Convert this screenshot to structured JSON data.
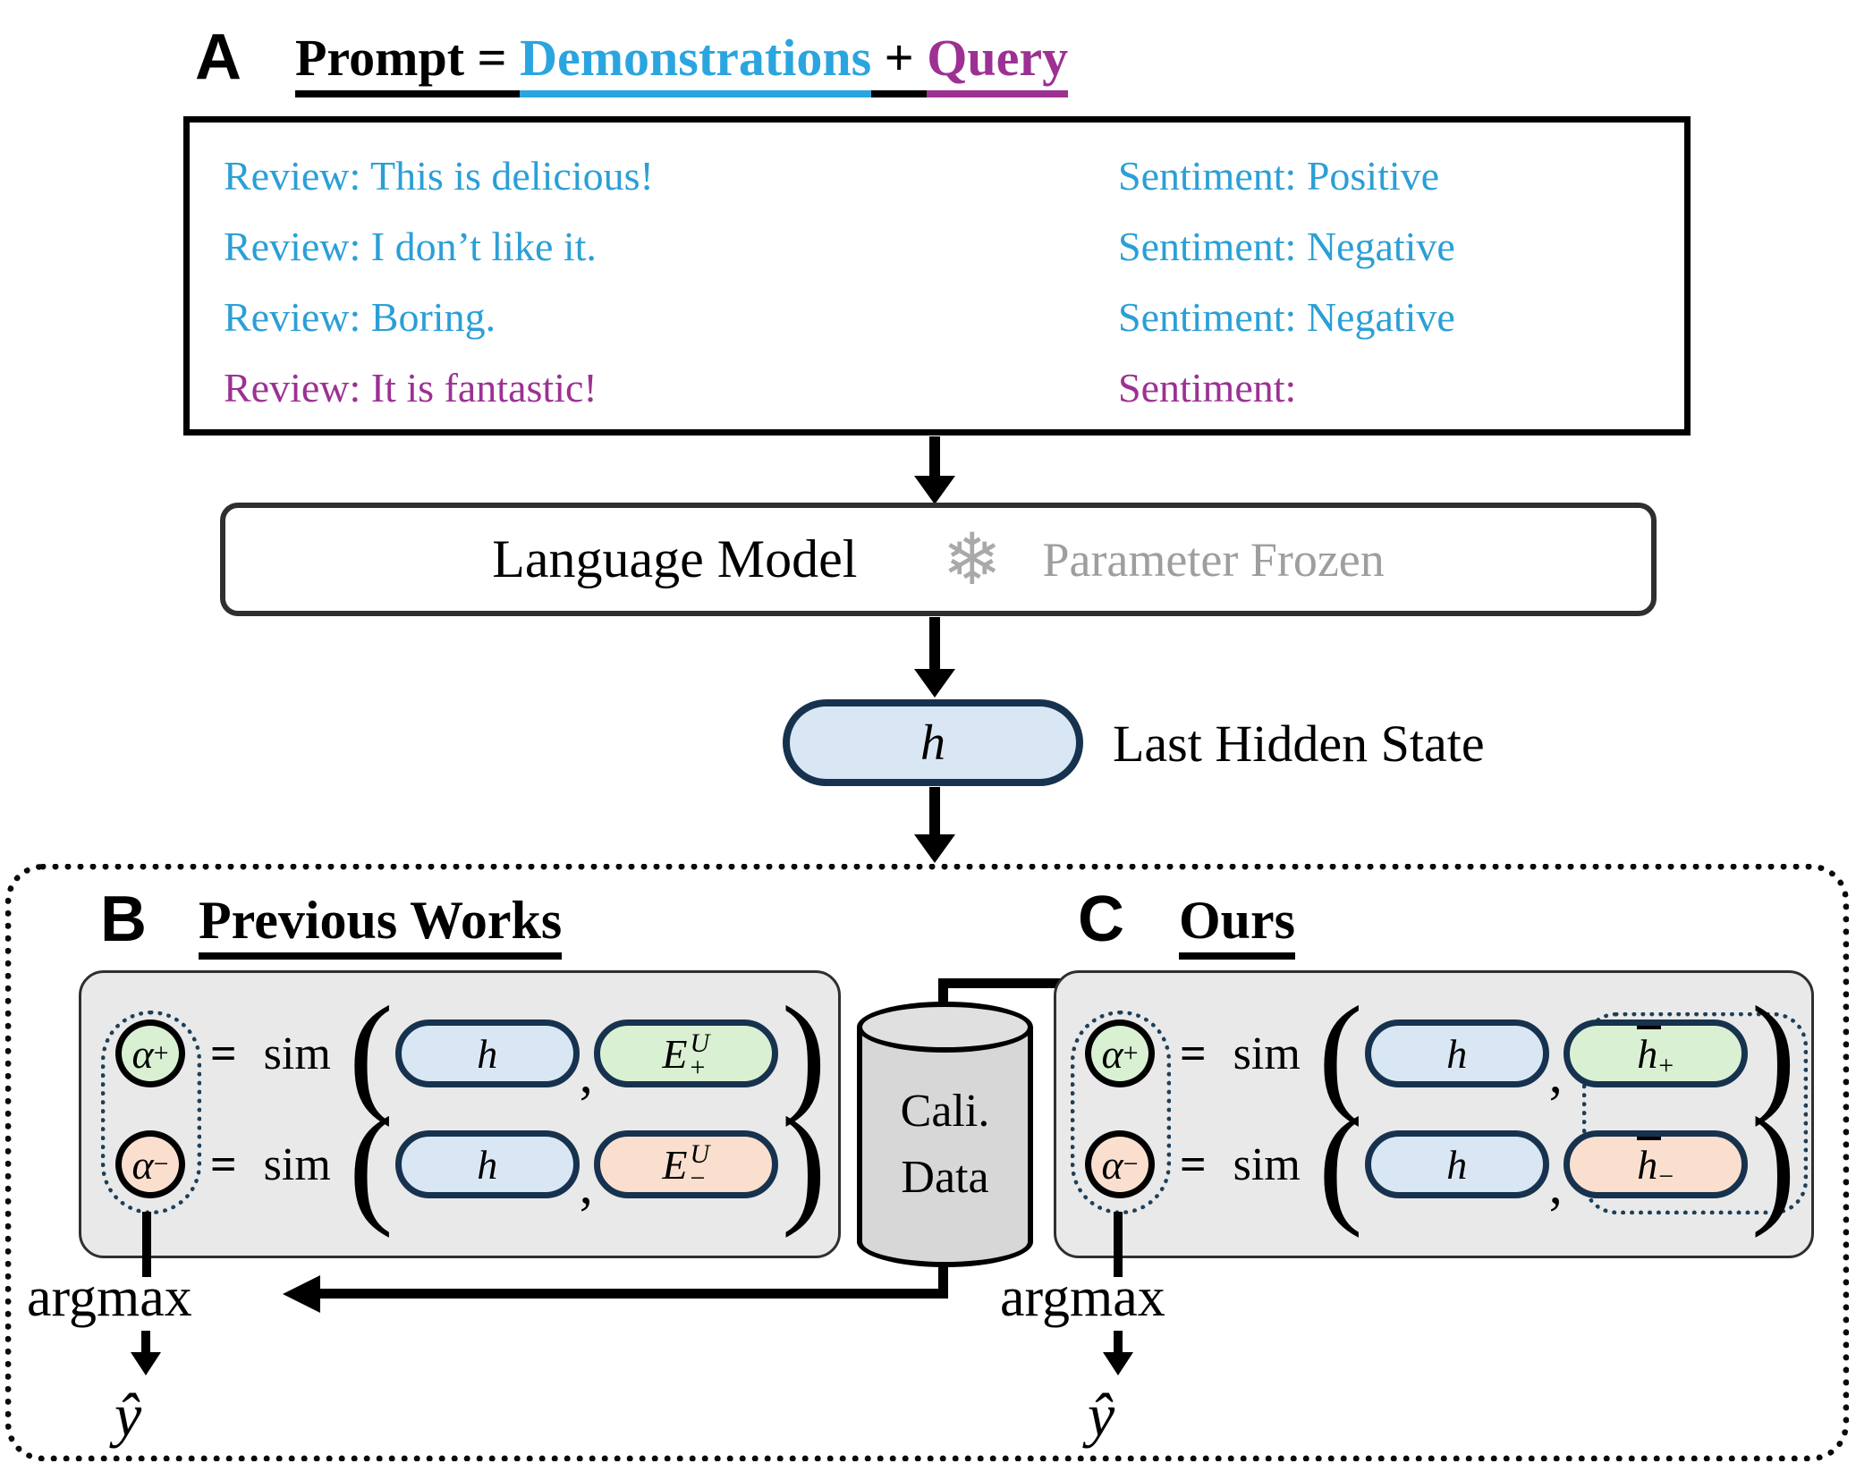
{
  "colors": {
    "demonstrations_text": "#2BA5DF",
    "query_text": "#9C3193",
    "pill_blue_fill": "#D9E7F5",
    "pill_green_fill": "#D9F0D3",
    "pill_peach_fill": "#FADFCE",
    "pill_border": "#16324E",
    "panel_gray_fill": "#E9E9E9",
    "cylinder_gray_fill": "#D7D7D7",
    "frozen_text_gray": "#9E9E9E",
    "dotted_accent": "#1E3F58"
  },
  "panel_a": {
    "label": "A",
    "title": {
      "prompt": "Prompt = ",
      "demonstrations": "Demonstrations",
      "plus": " + ",
      "query": "Query"
    },
    "rows": [
      {
        "review": "Review: This is delicious!",
        "sentiment": "Sentiment: Positive"
      },
      {
        "review": "Review: I don’t like it.",
        "sentiment": "Sentiment: Negative"
      },
      {
        "review": "Review: Boring.",
        "sentiment": "Sentiment: Negative"
      },
      {
        "review": "Review: It is fantastic!",
        "sentiment": "Sentiment:"
      }
    ]
  },
  "language_model": {
    "label": "Language Model",
    "snowflake_icon": "❄",
    "frozen": "Parameter Frozen"
  },
  "hidden_state": {
    "symbol": "h",
    "label": "Last Hidden State"
  },
  "bottom": {
    "glyphs": {
      "open": "(",
      "close": ")"
    },
    "panel_b": {
      "label": "B",
      "title": "Previous Works",
      "rows": [
        {
          "alpha": "α",
          "alpha_sub": "+",
          "equals": "=",
          "sim": "sim",
          "h": "h",
          "comma": ",",
          "vec": "E",
          "vec_sup": "U",
          "vec_sub": "+"
        },
        {
          "alpha": "α",
          "alpha_sub": "−",
          "equals": "=",
          "sim": "sim",
          "h": "h",
          "comma": ",",
          "vec": "E",
          "vec_sup": "U",
          "vec_sub": "−"
        }
      ],
      "argmax": "argmax",
      "yhat": "ŷ"
    },
    "calibration_db": {
      "line1": "Cali.",
      "line2": "Data"
    },
    "panel_c": {
      "label": "C",
      "title": "Ours",
      "rows": [
        {
          "alpha": "α",
          "alpha_sub": "+",
          "equals": "=",
          "sim": "sim",
          "h": "h",
          "comma": ",",
          "vec": "h",
          "vec_sub": "+"
        },
        {
          "alpha": "α",
          "alpha_sub": "−",
          "equals": "=",
          "sim": "sim",
          "h": "h",
          "comma": ",",
          "vec": "h",
          "vec_sub": "−"
        }
      ],
      "argmax": "argmax",
      "yhat": "ŷ"
    }
  }
}
